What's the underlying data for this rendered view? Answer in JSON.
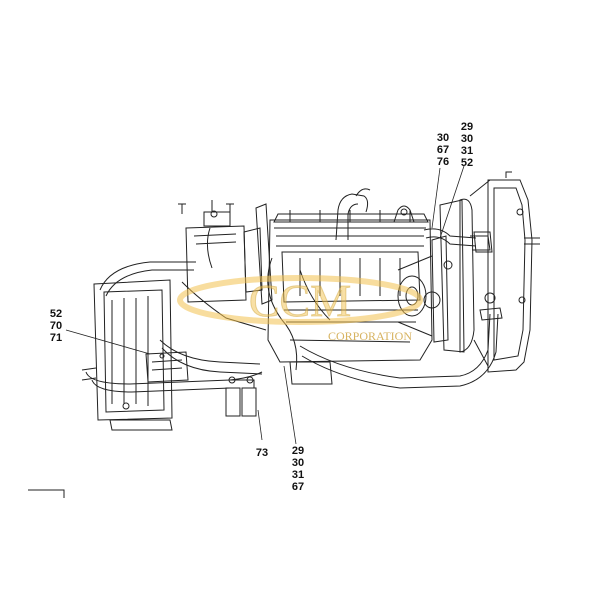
{
  "callouts": {
    "top_left": [
      "30",
      "67",
      "76"
    ],
    "top_right": [
      "29",
      "30",
      "31",
      "52"
    ],
    "left": [
      "52",
      "70",
      "71"
    ],
    "bottom_single": "73",
    "bottom_stack": [
      "29",
      "30",
      "31",
      "67"
    ]
  },
  "watermark": {
    "logo_text": "CCM",
    "subtext": "CORPORATION",
    "color": "#f2c14e"
  },
  "colors": {
    "line": "#222222",
    "background": "#ffffff"
  }
}
